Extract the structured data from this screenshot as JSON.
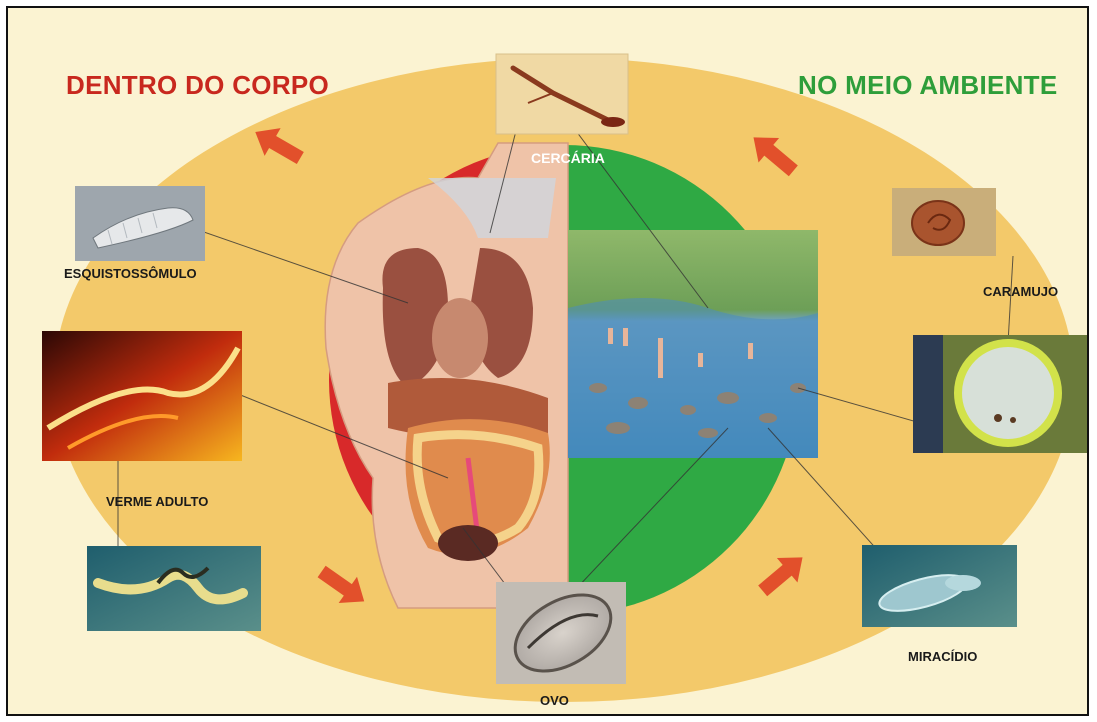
{
  "headings": {
    "inside_body": "DENTRO DO CORPO",
    "environment": "NO MEIO AMBIENTE"
  },
  "stages": {
    "cercaria": "CERCÁRIA",
    "esquistossomulo": "ESQUISTOSSÔMULO",
    "verme_adulto": "VERME ADULTO",
    "ovo": "OVO",
    "miracidio": "MIRACÍDIO",
    "caramujo": "CARAMUJO"
  },
  "colors": {
    "background": "#fbf3d2",
    "ring": "#f3c96a",
    "inside_half": "#d8292a",
    "environment_half": "#2fa944",
    "arrow": "#e2502b",
    "title_inside": "#c8281e",
    "title_environment": "#2e9e3a"
  }
}
